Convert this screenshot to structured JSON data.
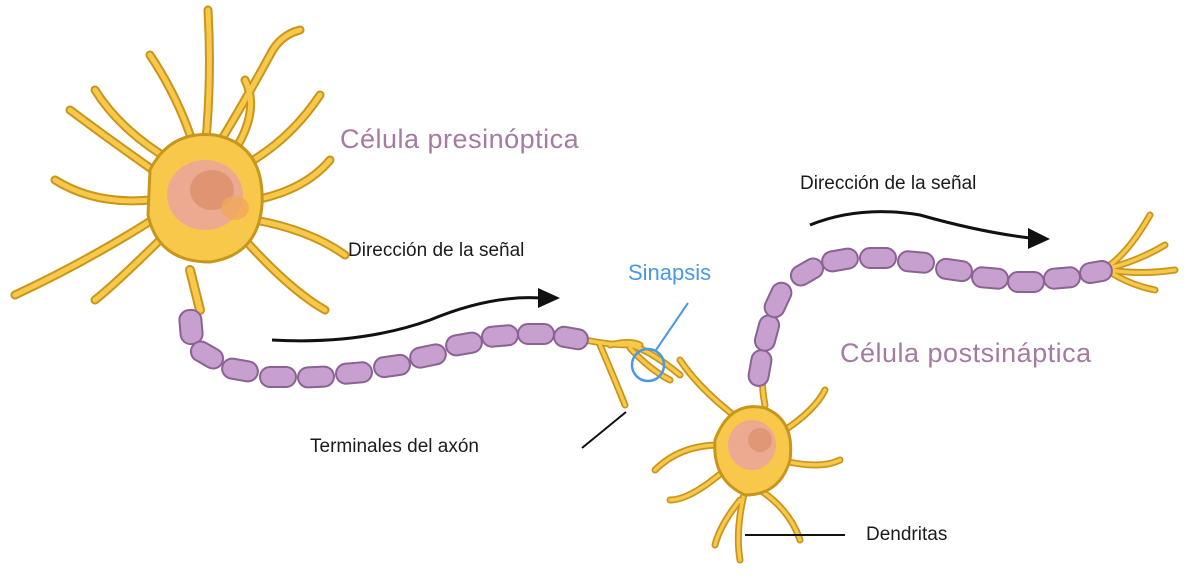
{
  "labels": {
    "presynaptic": "Célula presinóptica",
    "postsynaptic": "Célula postsináptica",
    "signal_direction_1": "Dirección de la señal",
    "signal_direction_2": "Dirección de la señal",
    "synapse": "Sinapsis",
    "axon_terminals": "Terminales del axón",
    "dendrites": "Dendritas"
  },
  "colors": {
    "neuron_body": "#f7c84a",
    "neuron_outline": "#c9961d",
    "nucleus": "#e9a0a8",
    "myelin": "#c8a0cf",
    "myelin_outline": "#8a6394",
    "cell_label": "#a57aa3",
    "synapse_label": "#4b98e6"
  },
  "icons": [
    "arrow-right-icon",
    "synapse-circle-icon"
  ]
}
